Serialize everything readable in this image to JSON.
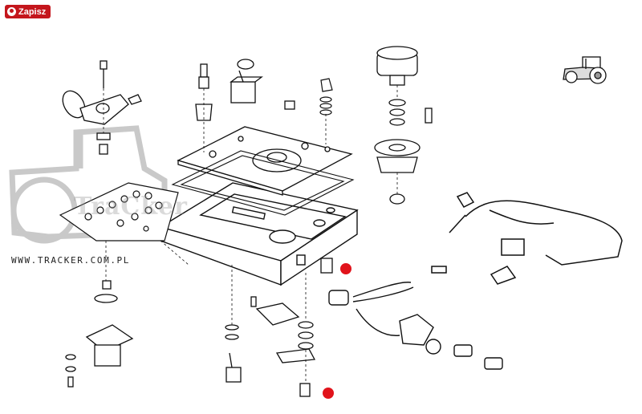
{
  "save_button": {
    "label": "Zapisz",
    "icon": "pinterest-icon",
    "color": "#c4161c"
  },
  "watermark": {
    "url": "WWW.TRACKER.COM.PL",
    "brand": "TraCker",
    "color": "#c8c8c8"
  },
  "markers": {
    "color": "#e1131b",
    "count": 2
  }
}
